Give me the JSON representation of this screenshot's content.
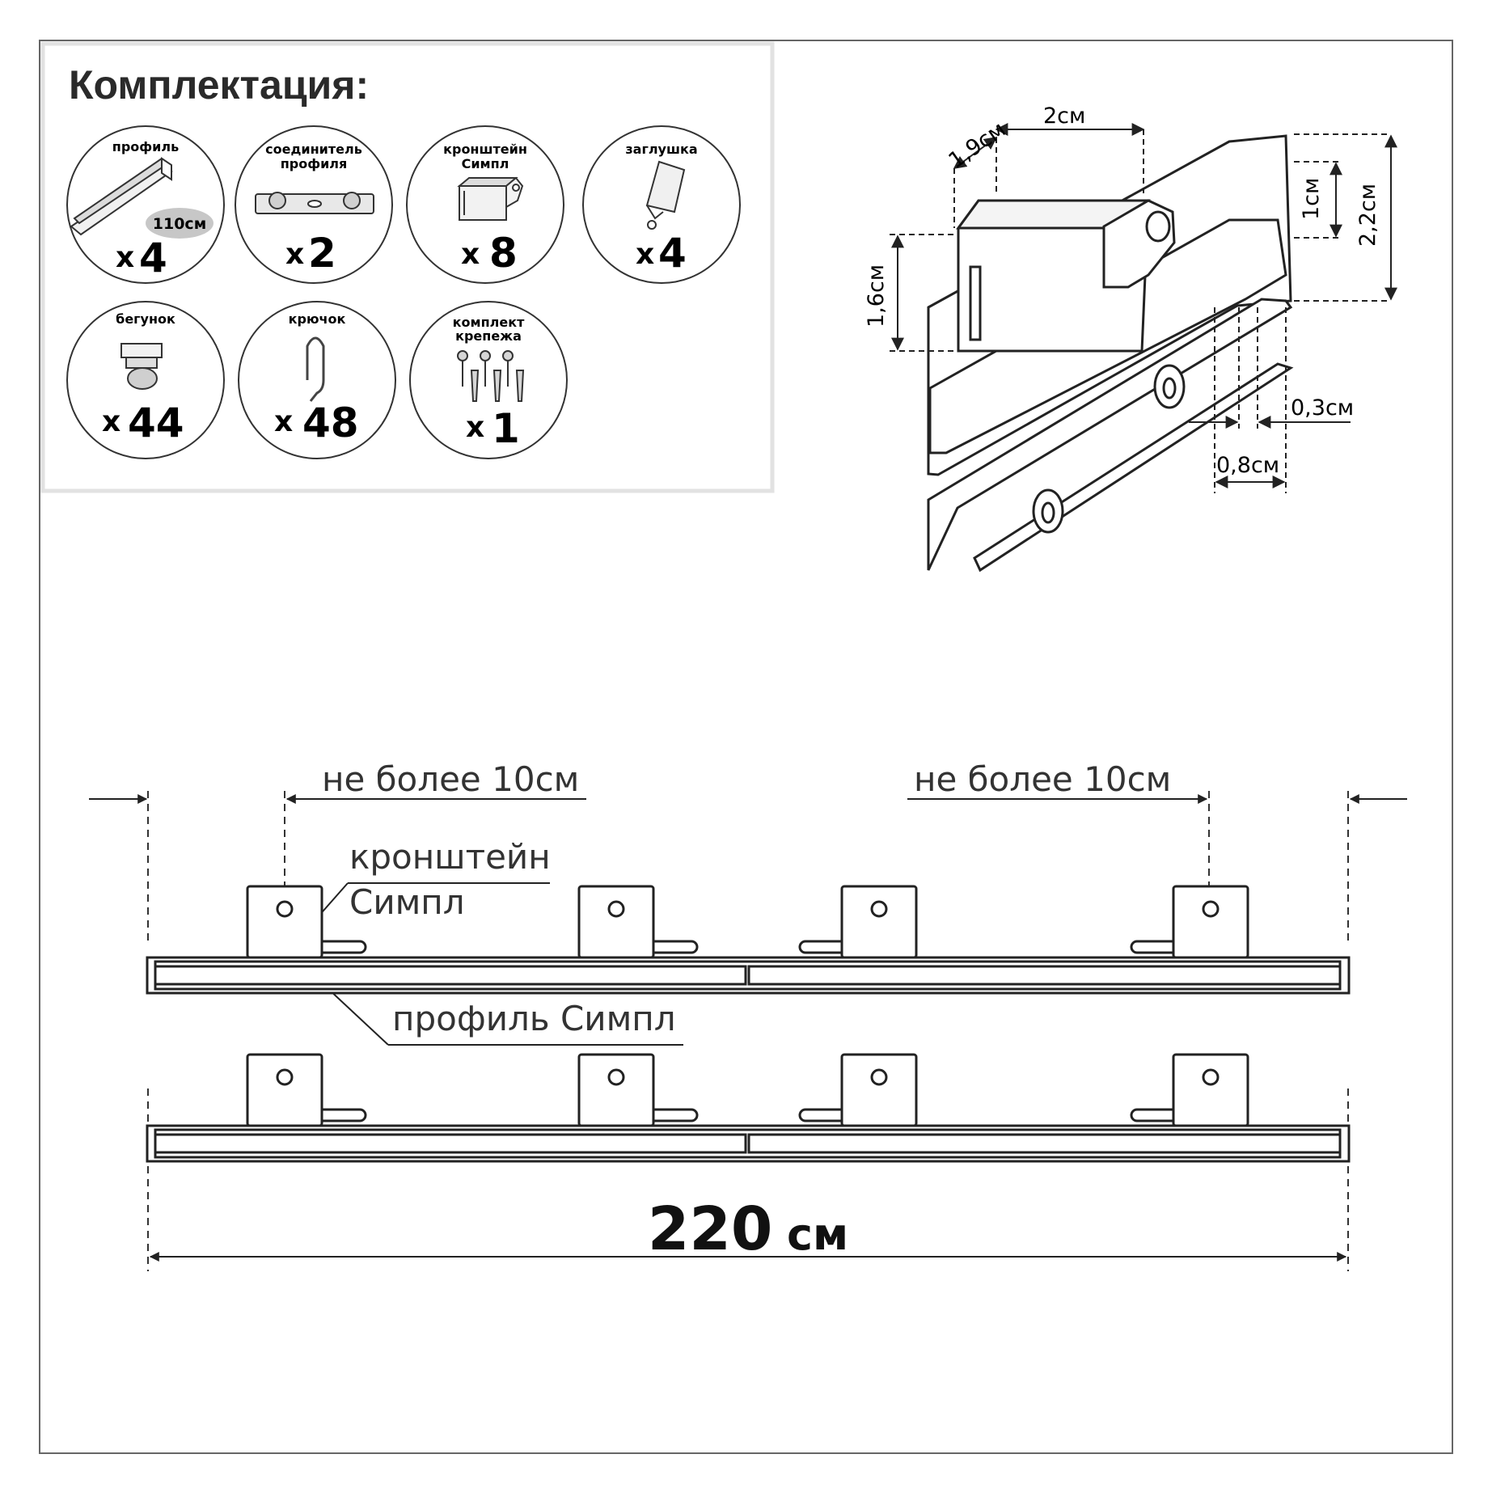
{
  "kit": {
    "title": "Комплектация:",
    "items": [
      {
        "label1": "профиль",
        "label2": "",
        "qty_x": "x",
        "qty_n": "4",
        "badge": "110см",
        "icon": "profile-rail-icon"
      },
      {
        "label1": "соединитель",
        "label2": "профиля",
        "qty_x": "x",
        "qty_n": "2",
        "icon": "connector-icon"
      },
      {
        "label1": "кронштейн",
        "label2": "Симпл",
        "qty_x": "x",
        "qty_n": "8",
        "icon": "bracket-icon"
      },
      {
        "label1": "заглушка",
        "label2": "",
        "qty_x": "x",
        "qty_n": "4",
        "icon": "end-cap-icon"
      },
      {
        "label1": "бегунок",
        "label2": "",
        "qty_x": "x",
        "qty_n": "44",
        "icon": "glider-icon"
      },
      {
        "label1": "крючок",
        "label2": "",
        "qty_x": "x",
        "qty_n": "48",
        "icon": "hook-icon"
      },
      {
        "label1": "комплект",
        "label2": "крепежа",
        "qty_x": "x",
        "qty_n": "1",
        "icon": "screws-anchors-icon"
      }
    ]
  },
  "dimensions": {
    "d19": "1,9см",
    "d2": "2см",
    "d16": "1,6см",
    "d1": "1см",
    "d22": "2,2см",
    "d03": "0,3см",
    "d08": "0,8см"
  },
  "plan": {
    "max_left": "не более 10см",
    "max_right": "не более 10см",
    "bracket_label1": "кронштейн",
    "bracket_label2": "Симпл",
    "profile_label": "профиль Симпл",
    "total_value": "220",
    "total_unit": "см"
  }
}
